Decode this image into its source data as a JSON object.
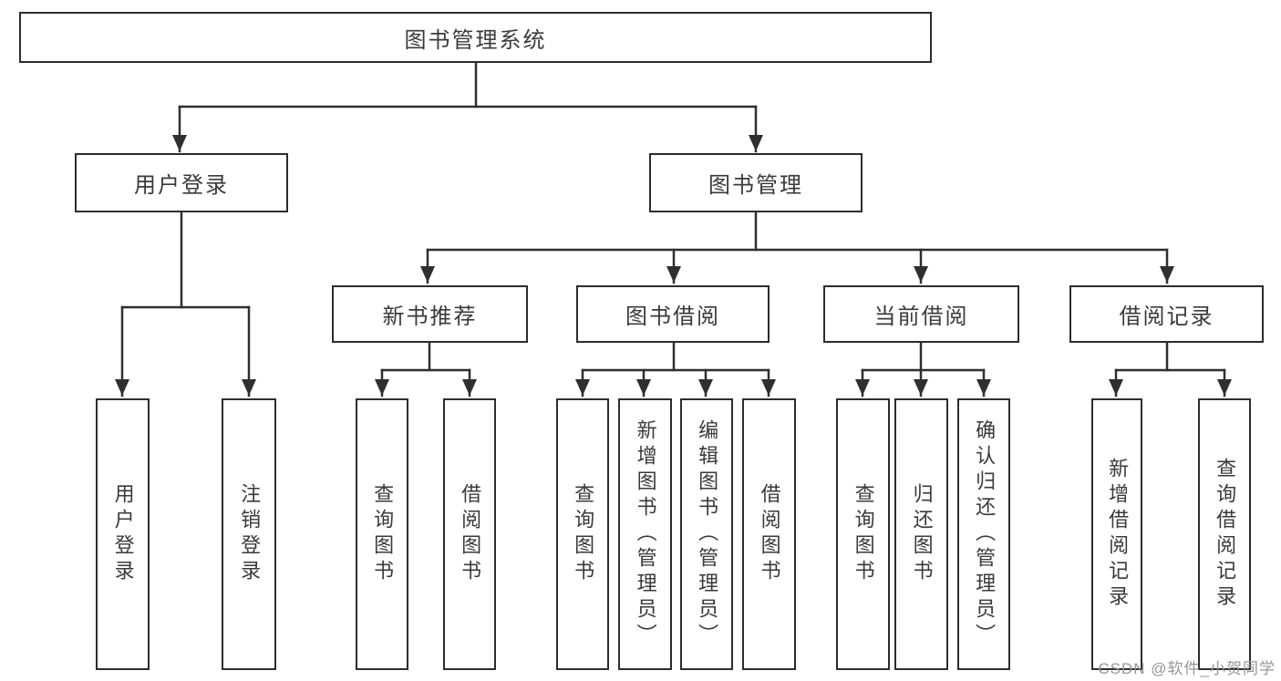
{
  "diagram": {
    "root": {
      "label": "图书管理系统"
    },
    "level2": [
      {
        "label": "用户登录"
      },
      {
        "label": "图书管理"
      }
    ],
    "level3": [
      {
        "label": "新书推荐"
      },
      {
        "label": "图书借阅"
      },
      {
        "label": "当前借阅"
      },
      {
        "label": "借阅记录"
      }
    ],
    "leaves": {
      "user_login": [
        {
          "label": "用户登录"
        },
        {
          "label": "注销登录"
        }
      ],
      "new_book": [
        {
          "label": "查询图书"
        },
        {
          "label": "借阅图书"
        }
      ],
      "book_borrow": [
        {
          "label": "查询图书"
        },
        {
          "label": "新增图书（管理员）"
        },
        {
          "label": "编辑图书（管理员）"
        },
        {
          "label": "借阅图书"
        }
      ],
      "current_borrow": [
        {
          "label": "查询图书"
        },
        {
          "label": "归还图书"
        },
        {
          "label": "确认归还（管理员）"
        }
      ],
      "borrow_record": [
        {
          "label": "新增借阅记录"
        },
        {
          "label": "查询借阅记录"
        }
      ]
    }
  },
  "watermark": {
    "text": "CSDN @软件_小贺同学",
    "color": "#969696"
  },
  "colors": {
    "line": "#2f2f2f",
    "box_border": "#2d2d2d",
    "text": "#3a3a3a",
    "background": "#ffffff"
  }
}
